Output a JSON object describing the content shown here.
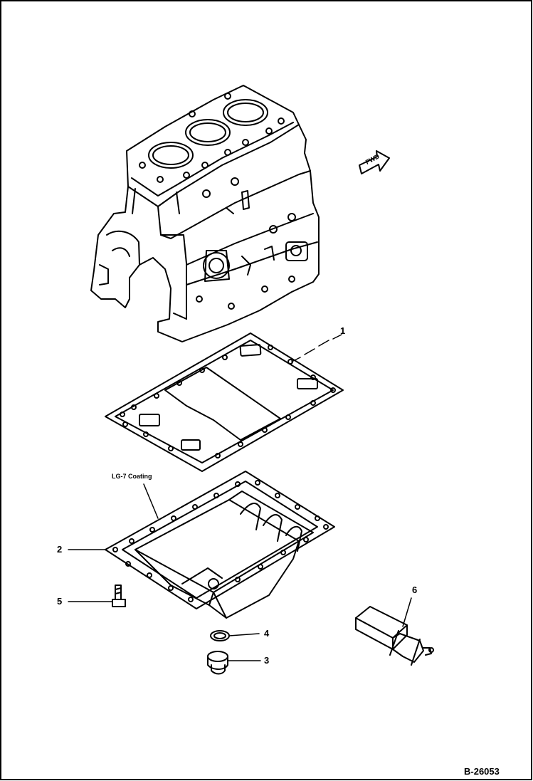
{
  "figure_code": "B-26053",
  "direction_marker": "FWD",
  "note": "LG-7 Coating",
  "callouts": {
    "oil_pan_gasket": "1",
    "oil_pan": "2",
    "drain_plug": "3",
    "drain_plug_washer": "4",
    "oil_pan_bolt": "5",
    "oil_strainer": "6"
  }
}
